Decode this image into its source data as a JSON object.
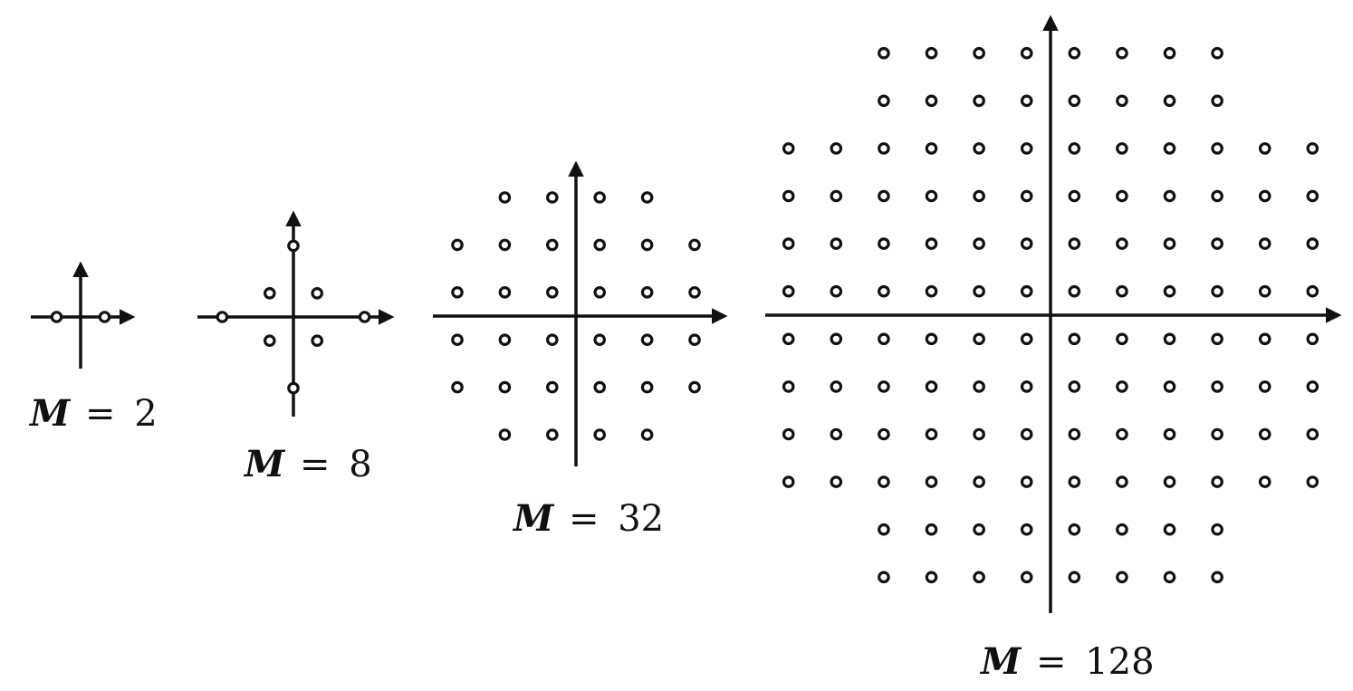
{
  "diagrams": [
    {
      "variable": "M",
      "equals": "=",
      "value": "2",
      "points": [
        [
          -1,
          0
        ],
        [
          1,
          0
        ]
      ]
    },
    {
      "variable": "M",
      "equals": "=",
      "value": "8",
      "points": [
        [
          -3,
          0
        ],
        [
          3,
          0
        ],
        [
          0,
          3
        ],
        [
          0,
          -3
        ],
        [
          -1,
          1
        ],
        [
          1,
          1
        ],
        [
          -1,
          -1
        ],
        [
          1,
          -1
        ]
      ]
    },
    {
      "variable": "M",
      "equals": "=",
      "value": "32",
      "grid_description": "6x6 grid of odd-integer points with the four corners removed"
    },
    {
      "variable": "M",
      "equals": "=",
      "value": "128",
      "grid_description": "12x12 grid of odd-integer points with 2x2 blocks removed at each corner"
    }
  ],
  "colors": {
    "ink": "#111111",
    "background": "#ffffff"
  }
}
